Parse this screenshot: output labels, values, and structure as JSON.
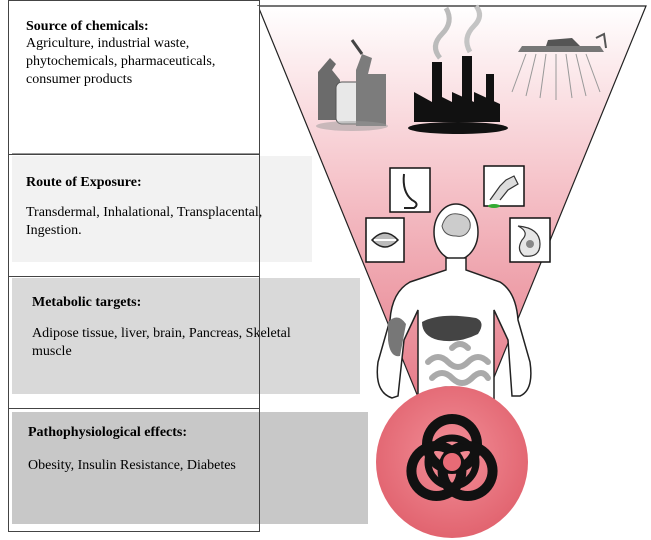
{
  "sections": [
    {
      "title": "Source of chemicals:",
      "lines": [
        "Agriculture, industrial waste,",
        "phytochemicals, pharmaceuticals,",
        "consumer products"
      ]
    },
    {
      "title": "Route of Exposure:",
      "lines": [
        "Transdermal, Inhalational, Transplacental,",
        "Ingestion."
      ]
    },
    {
      "title": "Metabolic targets:",
      "lines": [
        "Adipose tissue, liver, brain, Pancreas, Skeletal",
        "muscle"
      ]
    },
    {
      "title": "Pathophysiological effects:",
      "lines": [
        "Obesity, Insulin Resistance, Diabetes"
      ]
    }
  ],
  "colors": {
    "funnel_top": "#ffffff",
    "funnel_bottom": "#e06070",
    "hazard_circle": "#ea6f7a",
    "box1": "#ffffff",
    "box2": "#f2f2f2",
    "box3": "#d9d9d9",
    "box4": "#c8c8c8",
    "divider": "#9a9a9a"
  },
  "icons": [
    "chemical-containers-icon",
    "factory-icon",
    "crop-duster-plane-icon",
    "nose-icon",
    "hand-icon",
    "brain-head-icon",
    "mouth-icon",
    "pregnant-uterus-icon",
    "human-body-icon",
    "liver-icon",
    "intestine-icon",
    "biohazard-icon"
  ]
}
